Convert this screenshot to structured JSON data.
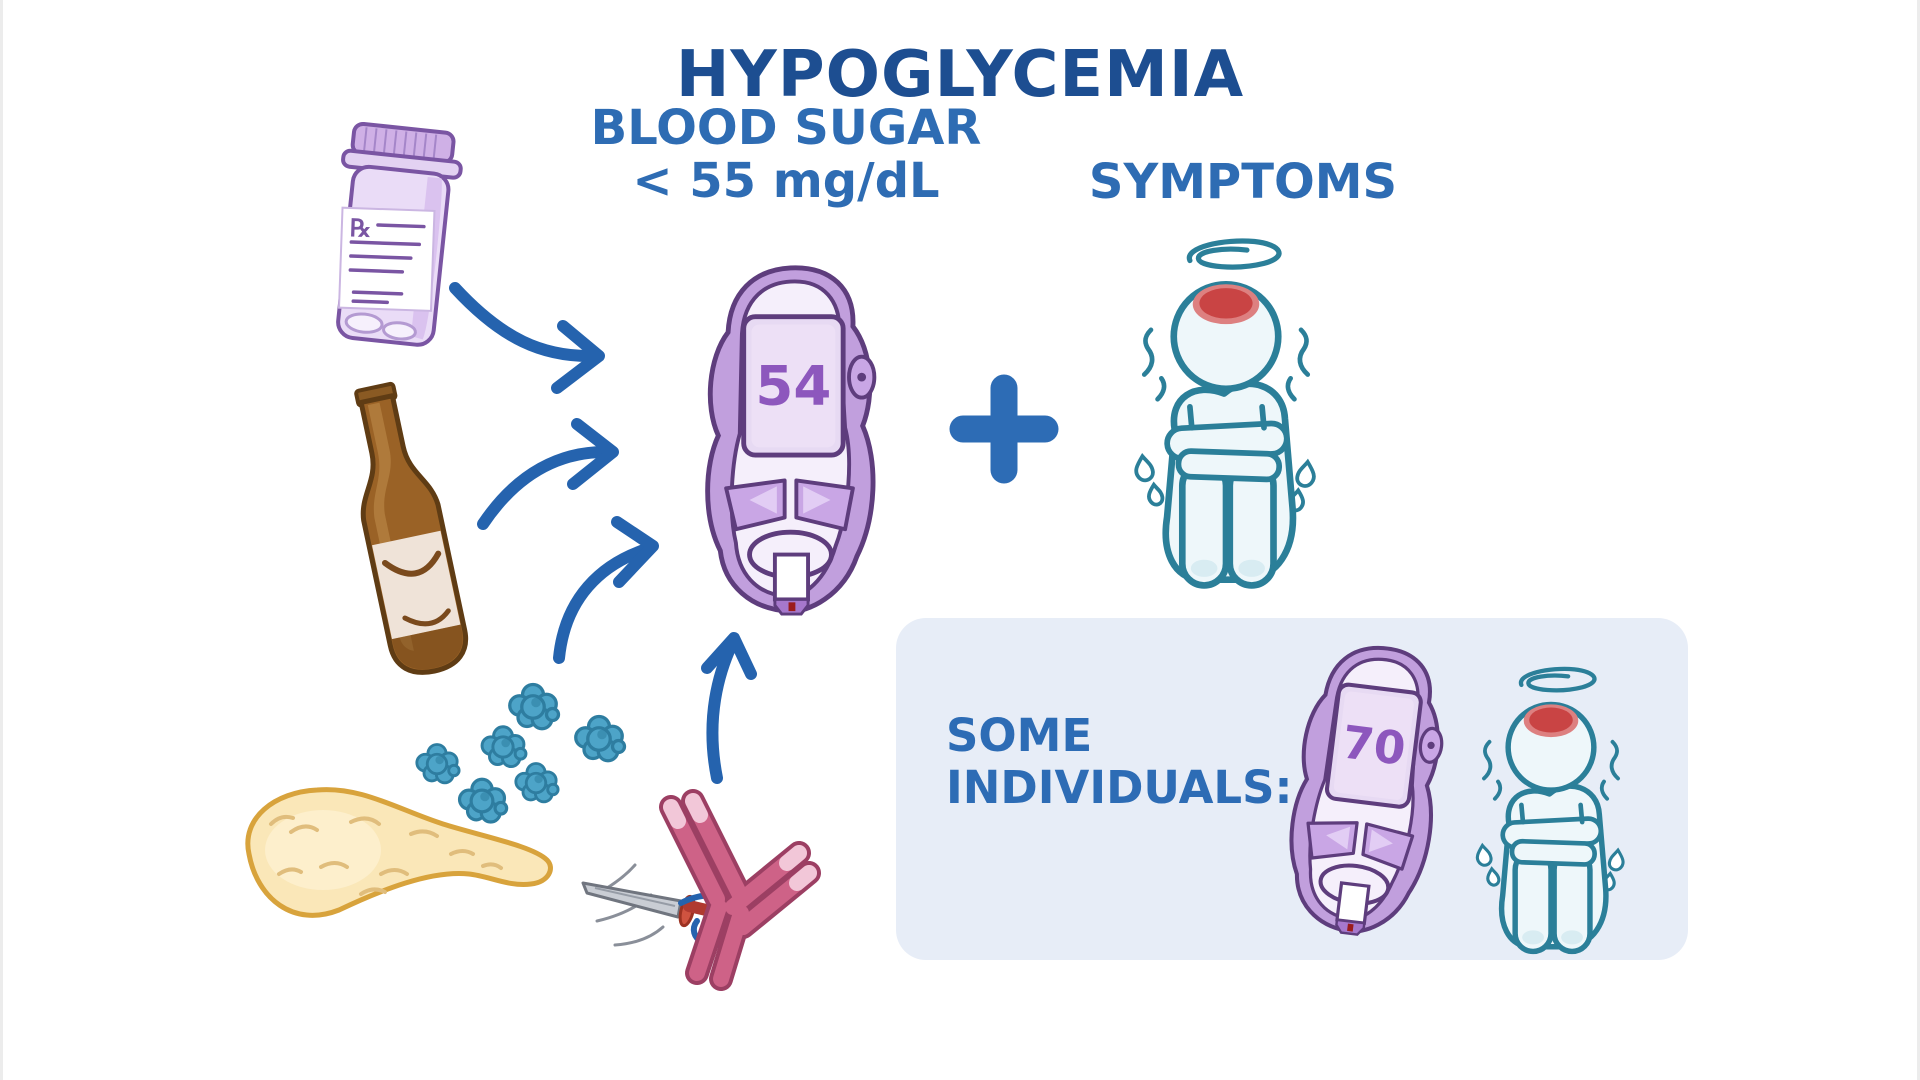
{
  "colors": {
    "title_blue": "#1d4e91",
    "label_blue": "#2e6cb3",
    "arrow_blue": "#2563ae",
    "panel_bg": "#e7edf7",
    "meter_reading_purple": "#8d57bd",
    "meter_case_purple": "#c19fdd",
    "meter_outline_purple": "#5e3d7d",
    "person_teal": "#2b7f99",
    "dizzy_spot_red": "#c94444",
    "pill_bottle_purple": "#cfb0e6",
    "beer_brown": "#9a6226",
    "pancreas_tan": "#fae7b8",
    "insulin_blue": "#4da4c8",
    "antibody_pink": "#ce6287"
  },
  "header": {
    "title": "HYPOGLYCEMIA"
  },
  "definition": {
    "line1": "BLOOD SUGAR",
    "line2": "< 55 mg/dL"
  },
  "symptoms": {
    "label": "SYMPTOMS"
  },
  "plus_symbol": "+",
  "main_meter": {
    "reading": "54"
  },
  "causes": {
    "rx_label": "℞",
    "icons": [
      "prescription-bottle",
      "alcohol-bottle",
      "pancreas-insulin",
      "insulin-autoantibody"
    ]
  },
  "some_individuals_panel": {
    "label_line1": "SOME",
    "label_line2": "INDIVIDUALS:",
    "meter_reading": "70"
  }
}
